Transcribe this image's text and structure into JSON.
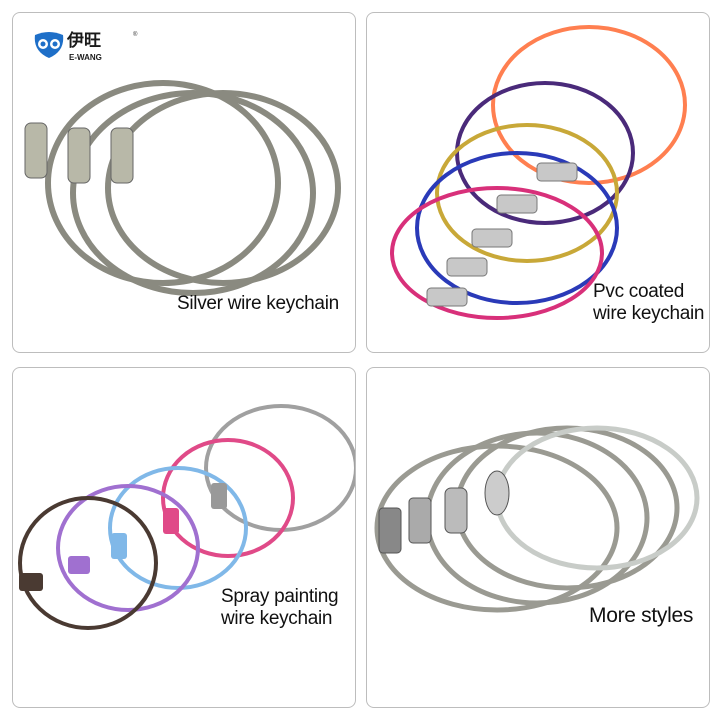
{
  "logo": {
    "chinese": "伊旺",
    "english": "E-WANG",
    "registered": "®"
  },
  "panels": [
    {
      "caption_lines": [
        "Silver wire keychain"
      ]
    },
    {
      "caption_lines": [
        "Pvc coated",
        "wire keychain"
      ],
      "ring_colors": [
        "#ff7f50",
        "#4a2a7a",
        "#c8a838",
        "#2a3ab8",
        "#d8307a"
      ]
    },
    {
      "caption_lines": [
        "Spray painting",
        "wire keychain"
      ],
      "ring_colors": [
        "#4a3a32",
        "#a070d0",
        "#80b8e8",
        "#e04a88",
        "#a0a0a0"
      ]
    },
    {
      "caption_lines": [
        "More styles"
      ]
    }
  ]
}
